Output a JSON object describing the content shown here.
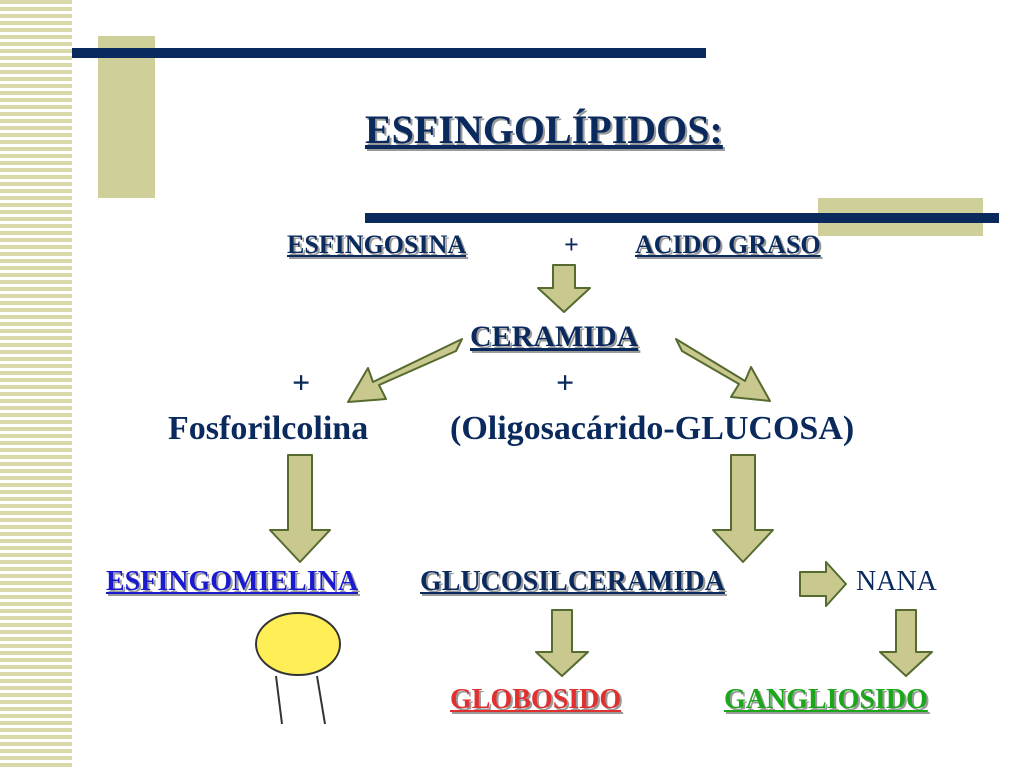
{
  "title": "ESFINGOLÍPIDOS:",
  "nodes": {
    "esfingosina": "ESFINGOSINA",
    "plus_top": "+",
    "acido_graso": "ACIDO GRASO",
    "ceramida": "CERAMIDA",
    "plus_left": "+",
    "plus_right": "+",
    "fosforilcolina": "Fosforilcolina",
    "oligosacarido": "(Oligosacárido-GLUCOSA)",
    "esfingomielina": "ESFINGOMIELINA",
    "glucosilceramida": "GLUCOSILCERAMIDA",
    "nana": "NANA",
    "globosido": "GLOBOSIDO",
    "gangliosido": "GANGLIOSIDO"
  },
  "colors": {
    "navy": "#0a2a5e",
    "khaki": "#cfcf9a",
    "arrow_fill": "#c9c98f",
    "blue_link": "#1a1ad0",
    "globosido": "#e03030",
    "gangliosido": "#1aa81a",
    "circle": "#ffee55"
  }
}
